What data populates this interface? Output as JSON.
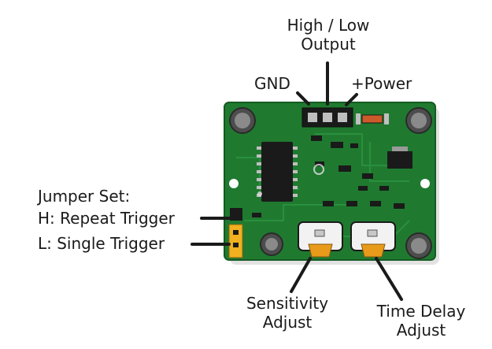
{
  "labels": {
    "output_line1": "High / Low",
    "output_line2": "Output",
    "gnd": "GND",
    "power": "+Power",
    "jumper_title": "Jumper Set:",
    "jumper_h": "H: Repeat Trigger",
    "jumper_l": "L: Single Trigger",
    "sensitivity_line1": "Sensitivity",
    "sensitivity_line2": "Adjust",
    "time_delay_line1": "Time Delay",
    "time_delay_line2": "Adjust"
  },
  "colors": {
    "pcb": "#1f7a2f",
    "pcb_dark": "#155a22",
    "potentiometer": "#e89a1a",
    "jumper": "#f0b020",
    "line": "#1a1a1a"
  },
  "icons": {
    "board": "pir-sensor-board",
    "header": "pin-header",
    "capacitor": "electrolytic-capacitor",
    "chip": "ic-chip",
    "potentiometer": "trim-potentiometer"
  }
}
